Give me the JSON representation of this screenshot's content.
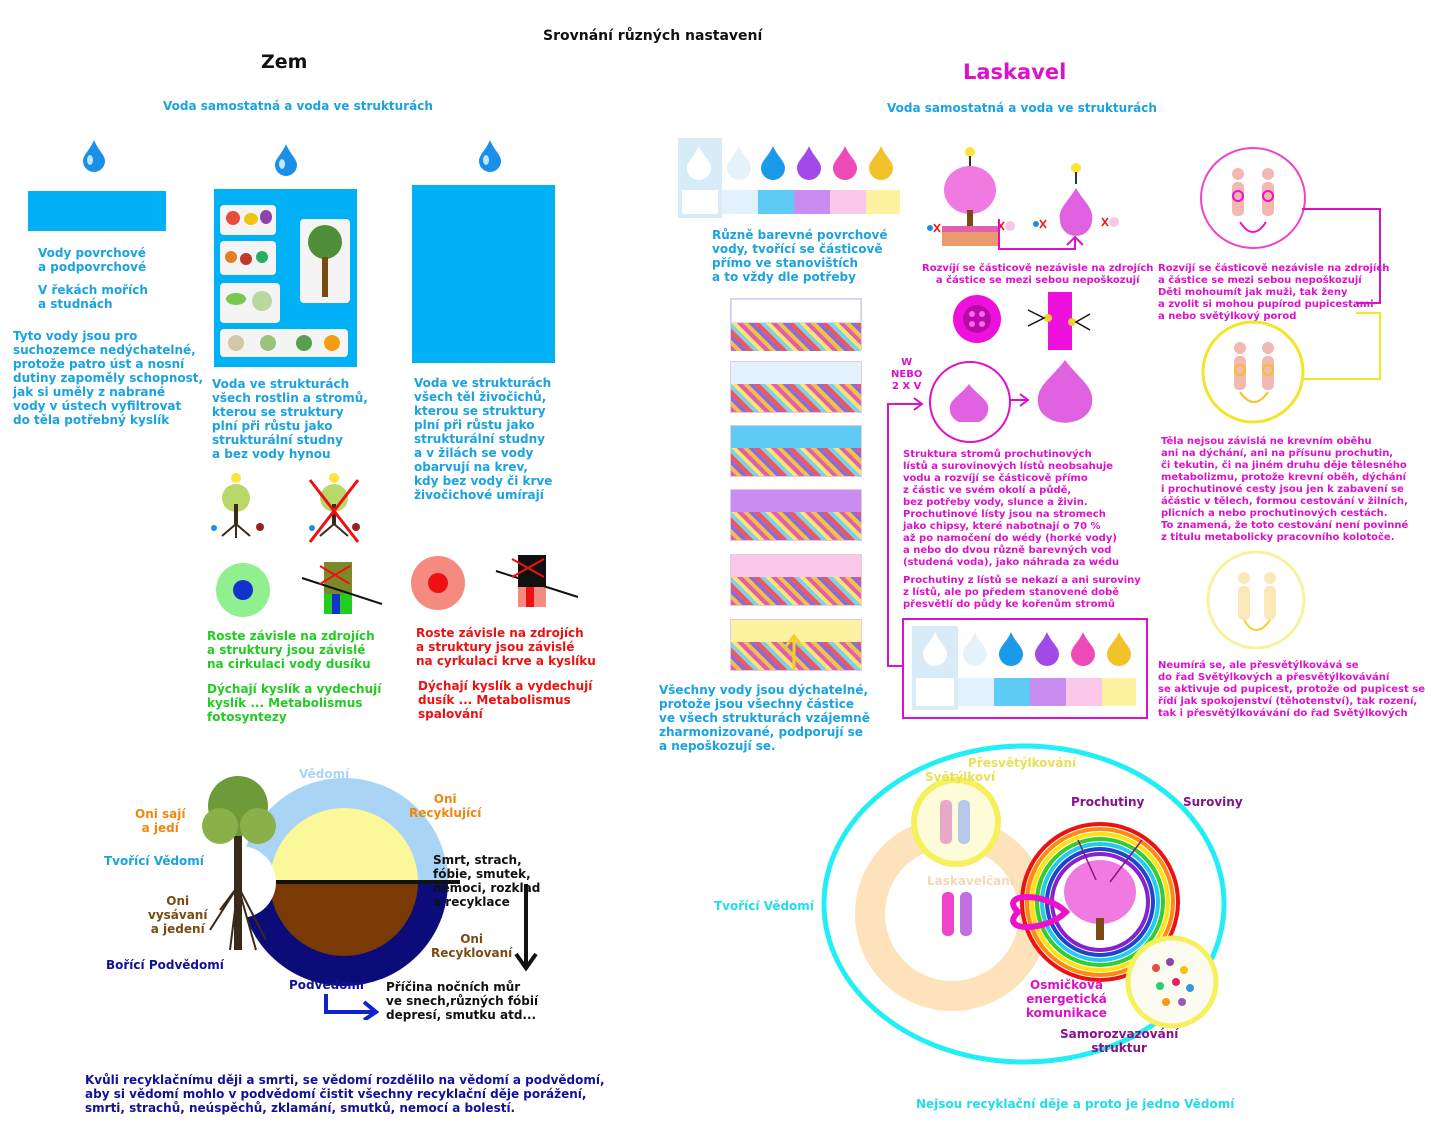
{
  "title": "Srovnání různých nastavení",
  "zem": {
    "heading": "Zem",
    "subheading": "Voda samostatná a voda ve strukturách",
    "col1": {
      "p1": "Vody povrchové\na podpovrchové",
      "p2": "V řekách mořích\na studnách",
      "p3": "Tyto vody jsou pro\nsuchozemce nedýchatelné,\nprotože patro úst a nosní\ndutiny zapoměly schopnost,\njak si uměly z nabrané\nvody v ústech vyfiltrovat\ndo těla potřebný kyslík"
    },
    "col2": {
      "p1": "Voda ve strukturách\nvšech rostlin a stromů,\nkterou se struktury\nplní při růstu jako\nstrukturální studny\na bez vody hynou"
    },
    "col3": {
      "p1": "Voda ve strukturách\nvšech těl živočichů,\nkterou se struktury\nplní při růstu jako\nstrukturální studny\na v žilách se vody\nobarvují na krev,\nkdy bez vody či krve\nživočichové umírají"
    },
    "green_text": {
      "p1": "Roste  závisle na zdrojích\na struktury jsou závislé\nna cirkulaci vody dusíku",
      "p2": "Dýchají kyslík a vydechují\nkyslík ... Metabolismus\nfotosyntezy"
    },
    "red_text": {
      "p1": "Roste závisle na zdrojích\na struktury jsou závislé\nna cyrkulaci krve a kyslíku",
      "p2": "Dýchají kyslík a vydechují\ndusík ... Metabolismus\nspalování"
    },
    "cycle": {
      "vedomi": "Vědomí",
      "oni_saji": "Oni sají\na jedí",
      "tvorici": "Tvořící Vědomí",
      "oni_vysavani": "Oni\nvysávaní\na jedení",
      "borici": "Bořící Podvědomí",
      "podvedomi": "Podvědomí",
      "oni_recyklujici": "Oni\nRecyklující",
      "smrt": "Smrt, strach,\nfóbie, smutek,\nnemoci, rozklad\na recyklace",
      "oni_recyklovani": "Oni\nRecyklovaní",
      "pricina": "Příčina nočních můr\nve snech,různých fóbií\ndepresí, smutku atd..."
    },
    "footer": "Kvůli recyklačnímu ději a smrti, se vědomí rozdělilo na vědomí a podvědomí,\naby si vědomí mohlo v podvědomí čistit všechny recyklační děje porážení,\nsmrti, strachů, neúspěchů, zklamání, smutků, nemocí a bolestí."
  },
  "laskavel": {
    "heading": "Laskavel",
    "subheading": "Voda samostatná a voda ve strukturách",
    "p_barevne": "Různě barevné povrchové\nvody, tvořící se částicově\npřímo ve stanovištích\na to vždy dle potřeby",
    "p_vsechny": "Všechny vody jsou dýchatelné,\nprotože jsou všechny částice\nve všech strukturách vzájemně\nzharmonizované, podporují se\na nepoškozují se.",
    "p_rozviji1": "Rozvíjí se částicově nezávisle na zdrojích\na částice se mezi sebou nepoškozují",
    "p_rozviji2": "Rozvíjí se částicově nezávisle na zdrojích\na částice se mezi sebou nepoškozují\nDěti mohoumít jak muži, tak ženy\na zvolit si mohou pupírod pupicestami\na nebo světýlkový porod",
    "w_nebo": "W\nNEBO\n2 X V",
    "p_struktura": "Struktura stromů prochutinových\nlístů a surovinových lístů neobsahuje\nvodu a rozvíjí se částicově přímo\nz částic ve svém okolí a půdě,\nbez potřeby vody, slunce a živin.\nProchutinové lísty jsou na stromech\njako chipsy, které nabotnají o 70 %\naž po namočení do wédy (horké vody)\na nebo do dvou různě barevných vod\n(studená voda), jako náhrada za wédu",
    "p_prochutiny": "Prochutiny z lístů se nekazí a ani suroviny\nz lístů, ale po předem stanovené době\npřesvětlí do půdy ke kořenům stromů",
    "p_tela": "Těla nejsou závislá ne krevním oběhu\nani na dýchání, ani na přísunu prochutin,\nči tekutin, či na jiném druhu děje tělesného\nmetabolizmu, protože krevní oběh, dýchání\ni prochutinové cesty jsou jen k zabavení se\náčástic v tělech, formou cestování v žilních,\nplicních a nebo prochutinových cestách.\nTo znamená, že toto cestování není povinné\nz titulu metabolicky pracovního kolotoče.",
    "p_neumira": "Neumírá se, ale přesvětýlkovává se\ndo řad Světýlkových a přesvětýlkovávání\nse aktivuje od pupicest, protože od pupicest se\nřídí jak spokojenství (těhotenství), tak rození,\ntak i přesvětýlkovávání do řad Světýlkových",
    "cycle": {
      "presvetylkovani": "Přesvětýlkování",
      "svetylkovi": "Světýlkoví",
      "laskavelcani": "Laskavelčani",
      "tvorici": "Tvořící Vědomí",
      "prochutiny": "Prochutiny",
      "suroviny": "Suroviny",
      "osmickova": "Osmičková\nenergetická\nkomunikace",
      "samorozvazovani": "Samorozvazování\nstruktur"
    },
    "footer_a": "Nejsou recyklační děje a proto je jedno",
    "footer_b": "Vědomí"
  },
  "colors": {
    "water": "#00b2f5",
    "green": "#22cc22",
    "red": "#ee1111",
    "magenta": "#dd11cc",
    "cyan": "#22dde8"
  }
}
